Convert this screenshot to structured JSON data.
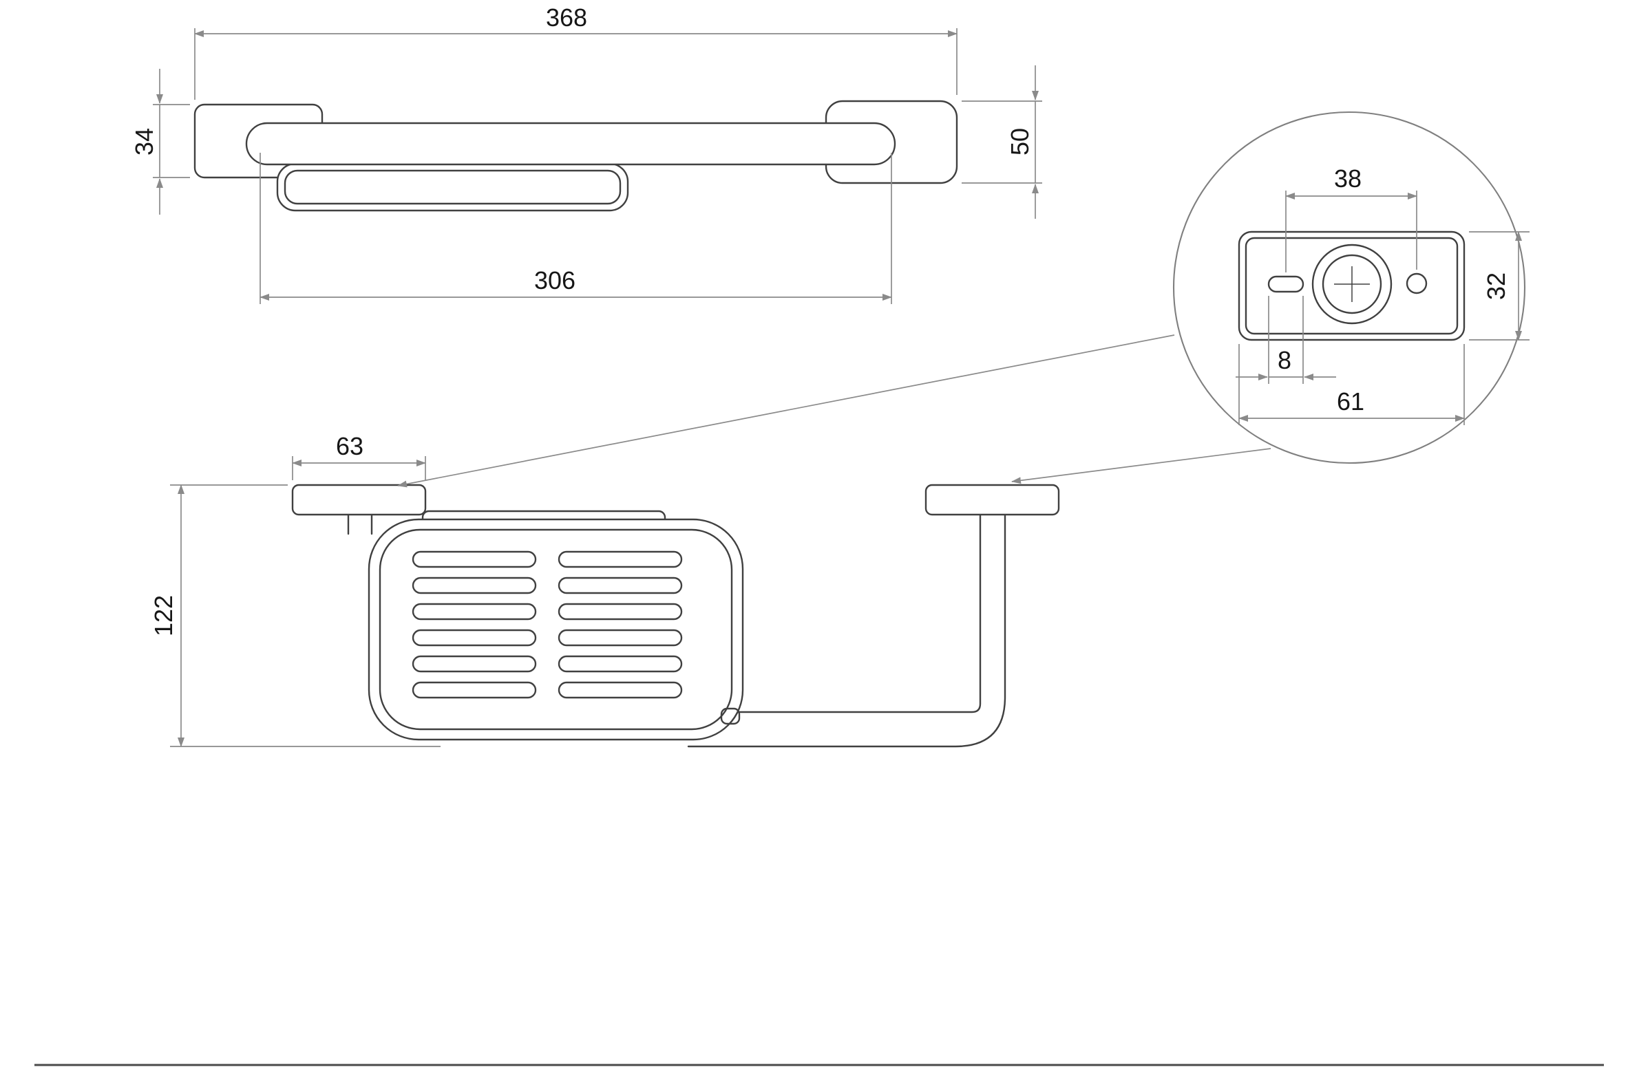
{
  "page": {
    "background": "#ffffff",
    "object_line_color": "#404040",
    "dimension_line_color": "#8a8a8a",
    "text_color": "#161616"
  },
  "views": {
    "top": {
      "dims": {
        "overall_length": "368",
        "left_end_height": "34",
        "right_bracket_height": "50",
        "mounting_span": "306"
      }
    },
    "front": {
      "dims": {
        "flange_width": "63",
        "overall_height": "122"
      }
    },
    "detail": {
      "dims": {
        "hole_spacing": "38",
        "plate_height": "32",
        "slot_width": "8",
        "plate_length": "61"
      }
    }
  }
}
